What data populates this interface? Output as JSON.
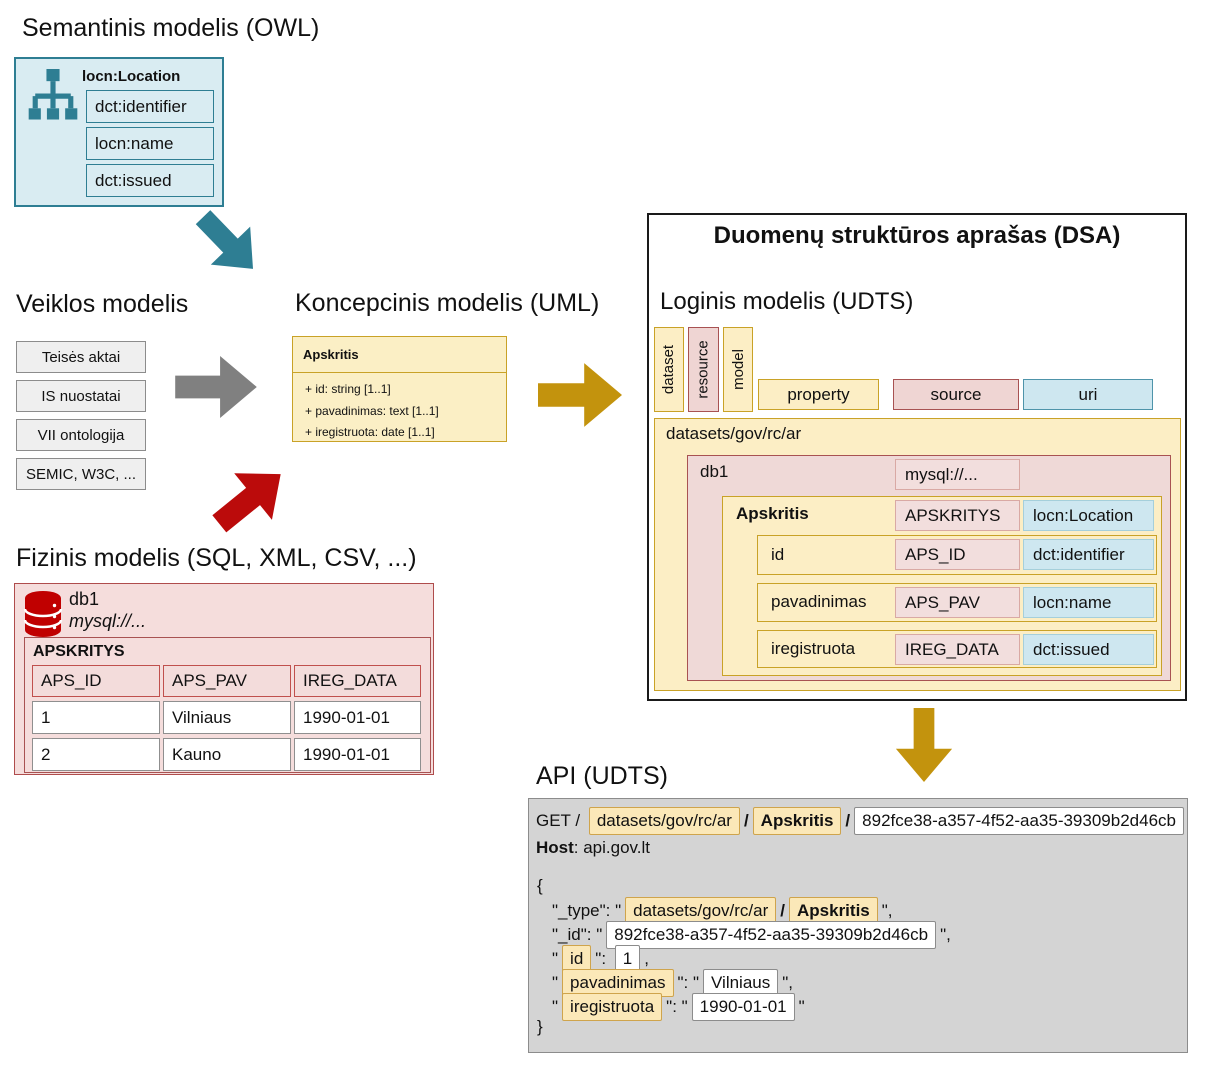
{
  "semantic": {
    "title": "Semantinis modelis (OWL)",
    "class_name": "locn:Location",
    "properties": [
      "dct:identifier",
      "locn:name",
      "dct:issued"
    ]
  },
  "business": {
    "title": "Veiklos modelis",
    "items": [
      "Teisės aktai",
      "IS nuostatai",
      "VII ontologija",
      "SEMIC, W3C, ..."
    ]
  },
  "conceptual": {
    "title": "Koncepcinis modelis (UML)",
    "class_name": "Apskritis",
    "attributes": [
      "+ id: string [1..1]",
      "+ pavadinimas: text [1..1]",
      "+ iregistruota: date [1..1]"
    ]
  },
  "physical": {
    "title": "Fizinis modelis (SQL, XML, CSV, ...)",
    "db_name": "db1",
    "db_uri": "mysql://...",
    "table_name": "APSKRITYS",
    "columns": [
      "APS_ID",
      "APS_PAV",
      "IREG_DATA"
    ],
    "rows": [
      [
        "1",
        "Vilniaus",
        "1990-01-01"
      ],
      [
        "2",
        "Kauno",
        "1990-01-01"
      ]
    ]
  },
  "dsa": {
    "title": "Duomenų struktūros aprašas (DSA)",
    "subtitle": "Loginis modelis (UDTS)",
    "dims": [
      "dataset",
      "resource",
      "model"
    ],
    "headers": [
      "property",
      "source",
      "uri"
    ],
    "dataset_path": "datasets/gov/rc/ar",
    "db_name": "db1",
    "db_source": "mysql://...",
    "model_name": "Apskritis",
    "model_source": "APSKRITYS",
    "model_uri": "locn:Location",
    "properties": [
      {
        "name": "id",
        "source": "APS_ID",
        "uri": "dct:identifier"
      },
      {
        "name": "pavadinimas",
        "source": "APS_PAV",
        "uri": "locn:name"
      },
      {
        "name": "iregistruota",
        "source": "IREG_DATA",
        "uri": "dct:issued"
      }
    ]
  },
  "api": {
    "title": "API (UDTS)",
    "method_prefix": "GET / ",
    "slash": "/",
    "path": "datasets/gov/rc/ar",
    "model": "Apskritis",
    "uuid": "892fce38-a357-4f52-aa35-39309b2d46cb",
    "host_label": "Host",
    "host_rest": ": api.gov.lt",
    "brace_open": "{",
    "brace_close": "}",
    "frag": {
      "type_pre": "\"_type\": \"",
      "quote_comma": "\",",
      "id_pre": "\"_id\": \"",
      "quote": "\"",
      "key_id": "id",
      "colon_num": "\": ",
      "val_id": "1",
      "comma": ",",
      "key_pav": "pavadinimas",
      "colon_str": "\": \"",
      "val_pav": "Vilniaus",
      "key_ireg": "iregistruota",
      "val_ireg": "1990-01-01"
    }
  },
  "icons": {
    "semantic": "ontology-tree-icon",
    "physical": "database-icon"
  },
  "colors": {
    "teal": "#2E7E93",
    "gold_arrow": "#C3930D",
    "red_arrow": "#BB0B0B",
    "gray_arrow": "#808080",
    "yellow_bg": "#FCEEC5",
    "gold_border": "#C9A227",
    "pink_bg": "#EFD9D7",
    "pink_border": "#A85252",
    "blue_bg": "#CEE7F0"
  }
}
